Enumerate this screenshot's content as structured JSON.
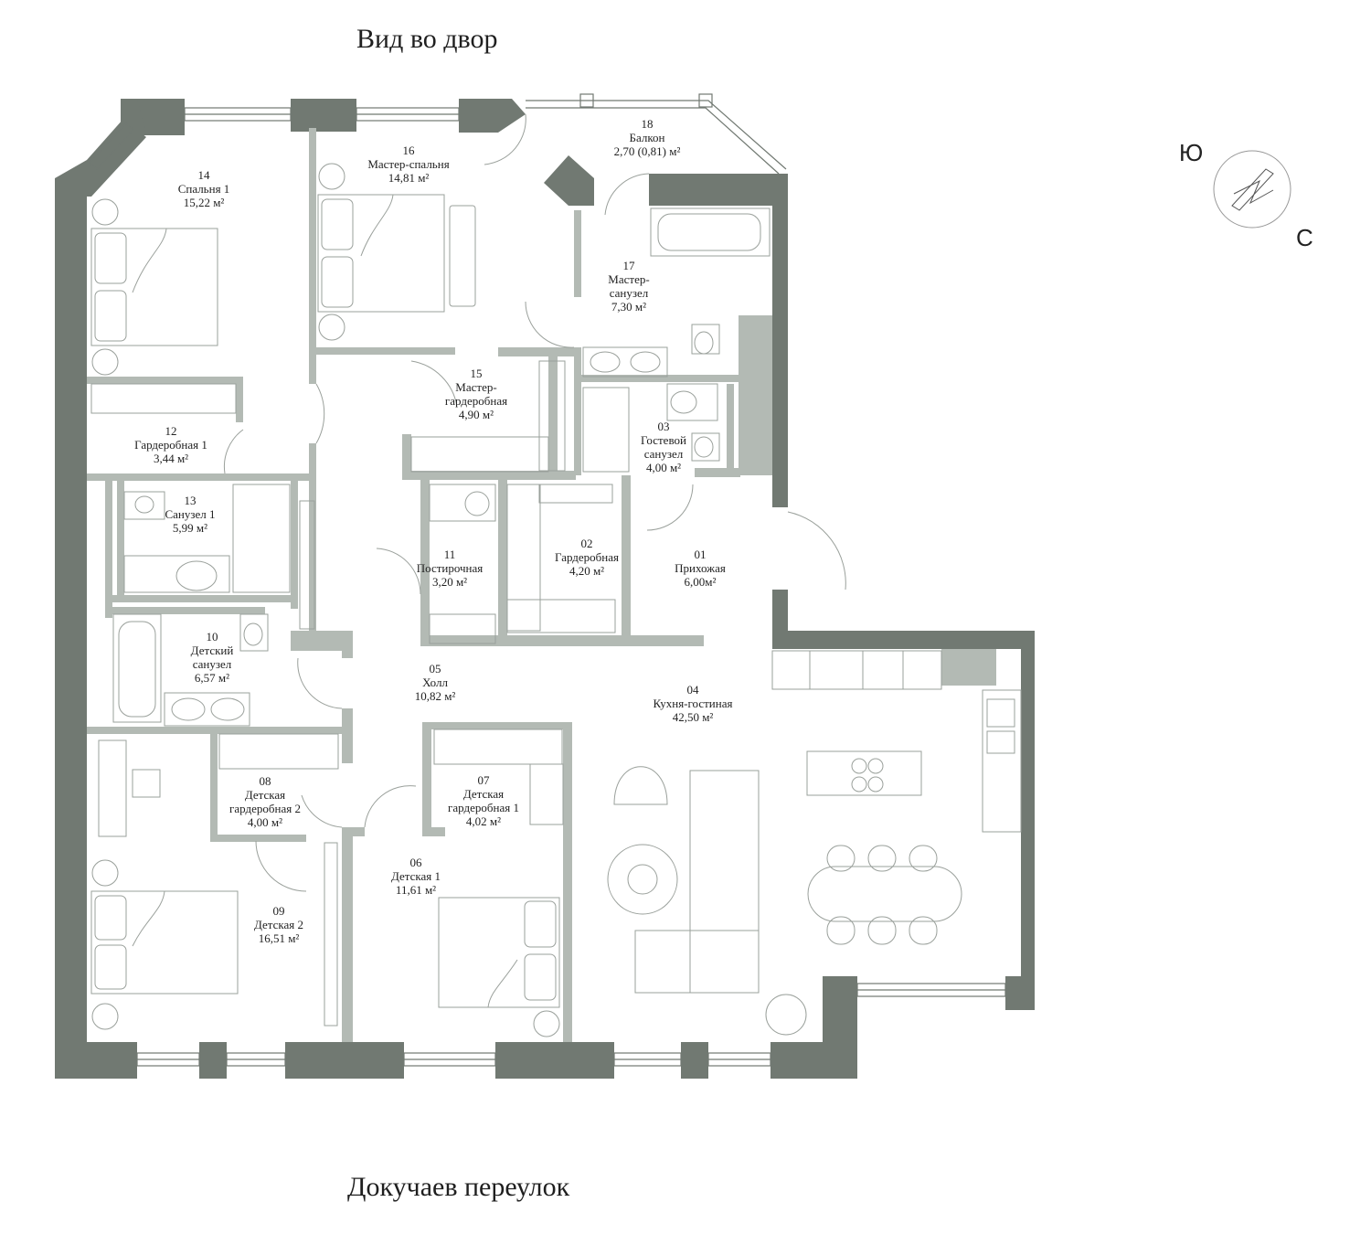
{
  "streets": {
    "top": "Вид во двор",
    "bottom": "Докучаев переулок"
  },
  "compass": {
    "north": "Ю",
    "south": "С"
  },
  "colors": {
    "outer_wall": "#717972",
    "inner_wall": "#b3bab4",
    "fixture_line": "#9aa09b"
  },
  "rooms": [
    {
      "id": "r01",
      "number": "01",
      "name": "Прихожая",
      "area": "6,00м²"
    },
    {
      "id": "r02",
      "number": "02",
      "name": "Гардеробная",
      "area": "4,20 м²"
    },
    {
      "id": "r03",
      "number": "03",
      "name": "Гостевой",
      "name2": "санузел",
      "area": "4,00 м²"
    },
    {
      "id": "r04",
      "number": "04",
      "name": "Кухня-гостиная",
      "area": "42,50 м²"
    },
    {
      "id": "r05",
      "number": "05",
      "name": "Холл",
      "area": "10,82 м²"
    },
    {
      "id": "r06",
      "number": "06",
      "name": "Детская 1",
      "area": "11,61 м²"
    },
    {
      "id": "r07",
      "number": "07",
      "name": "Детская",
      "name2": "гардеробная 1",
      "area": "4,02 м²"
    },
    {
      "id": "r08",
      "number": "08",
      "name": "Детская",
      "name2": "гардеробная 2",
      "area": "4,00 м²"
    },
    {
      "id": "r09",
      "number": "09",
      "name": "Детская 2",
      "area": "16,51 м²"
    },
    {
      "id": "r10",
      "number": "10",
      "name": "Детский",
      "name2": "санузел",
      "area": "6,57 м²"
    },
    {
      "id": "r11",
      "number": "11",
      "name": "Постирочная",
      "area": "3,20 м²"
    },
    {
      "id": "r12",
      "number": "12",
      "name": "Гардеробная 1",
      "area": "3,44 м²"
    },
    {
      "id": "r13",
      "number": "13",
      "name": "Санузел 1",
      "area": "5,99 м²"
    },
    {
      "id": "r14",
      "number": "14",
      "name": "Спальня 1",
      "area": "15,22 м²"
    },
    {
      "id": "r15",
      "number": "15",
      "name": "Мастер-",
      "name2": "гардеробная",
      "area": "4,90 м²"
    },
    {
      "id": "r16",
      "number": "16",
      "name": "Мастер-спальня",
      "area": "14,81 м²"
    },
    {
      "id": "r17",
      "number": "17",
      "name": "Мастер-",
      "name2": "санузел",
      "area": "7,30 м²"
    },
    {
      "id": "r18",
      "number": "18",
      "name": "Балкон",
      "area": "2,70 (0,81) м²"
    }
  ]
}
